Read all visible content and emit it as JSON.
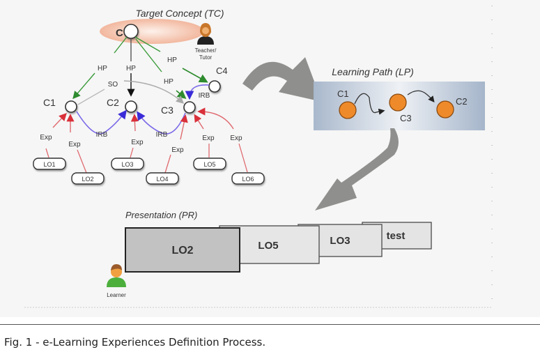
{
  "figure": {
    "target_concept": {
      "title": "Target Concept (TC)",
      "root_label": "C",
      "teacher_label_line1": "Teacher/",
      "teacher_label_line2": "Tutor",
      "concepts": [
        "C1",
        "C2",
        "C3",
        "C4"
      ],
      "relations": {
        "hp": "HP",
        "so": "SO",
        "irb": "IRB",
        "exp": "Exp"
      },
      "learning_objects": [
        "LO1",
        "LO2",
        "LO3",
        "LO4",
        "LO5",
        "LO6"
      ]
    },
    "learning_path": {
      "title": "Learning Path (LP)",
      "nodes": [
        "C1",
        "C3",
        "C2"
      ]
    },
    "presentation": {
      "title": "Presentation (PR)",
      "items": [
        "LO2",
        "LO5",
        "LO3",
        "test"
      ],
      "learner_label": "Learner"
    }
  },
  "caption": "Fig. 1 - e-Learning Experiences Definition Process."
}
